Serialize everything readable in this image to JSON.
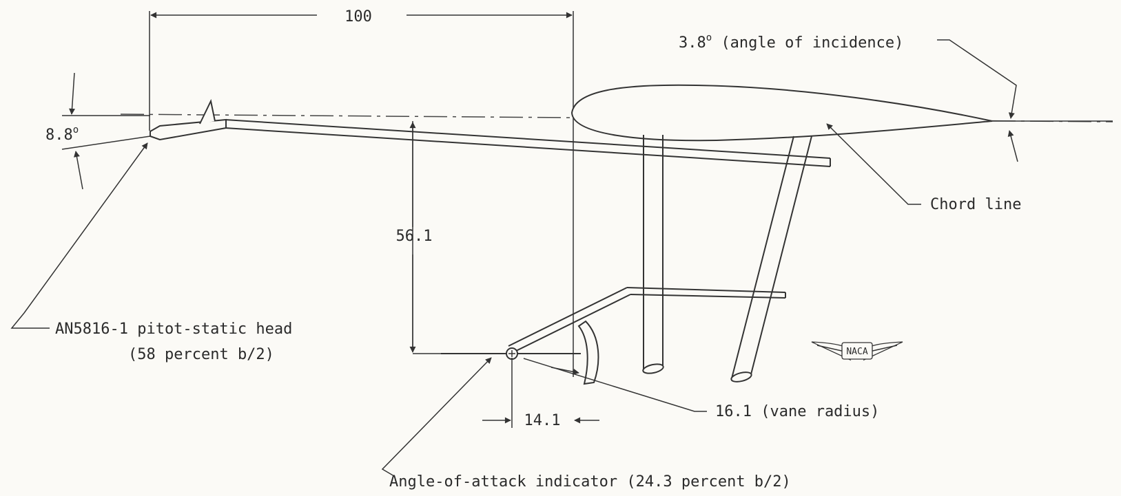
{
  "dimensions": {
    "length_100": "100",
    "height_56": "56.1",
    "offset_14": "14.1"
  },
  "angles": {
    "incidence_value": "3.8",
    "incidence_desc": "(angle of incidence)",
    "probe_value": "8.8",
    "degree_mark": "o"
  },
  "labels": {
    "chord_line": "Chord line",
    "vane_radius": "16.1 (vane radius)",
    "pitot_name": "AN5816-1 pitot-static head",
    "pitot_span": "(58 percent  b/2)",
    "aoa_indicator": "Angle-of-attack indicator (24.3 percent  b/2)"
  },
  "logo": {
    "text": "NACA"
  }
}
